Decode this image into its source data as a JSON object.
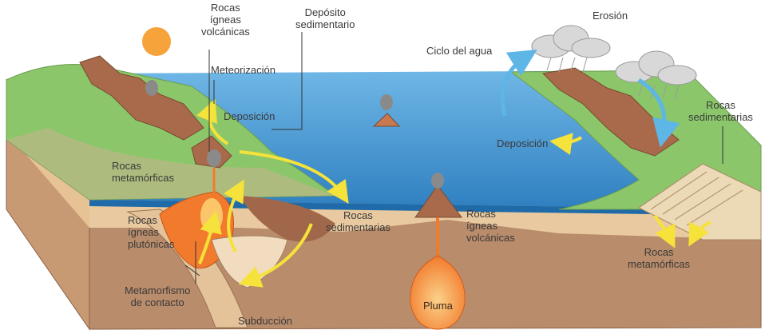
{
  "labels": {
    "rocas_igneas_volcanicas_top": "Rocas\nígneas\nvolcánicas",
    "deposito_sedimentario": "Depósito\nsedimentario",
    "erosion": "Erosión",
    "ciclo_del_agua": "Ciclo del agua",
    "meteorizacion": "Meteorización",
    "deposicion_left": "Deposición",
    "deposicion_right": "Deposición",
    "rocas_sedimentarias_right": "Rocas\nsedimentarias",
    "rocas_metamorficas_left": "Rocas\nmetamórficas",
    "rocas_sedimentarias_center": "Rocas\nsedimentarias",
    "rocas_igneas_volcanicas_center": "Rocas\nígneas\nvolcánicas",
    "rocas_igneas_plutonicas": "Rocas\nígneas\nplutónicas",
    "rocas_metamorficas_right": "Rocas\nmetamórficas",
    "metamorfismo_de_contacto": "Metamorfismo\nde contacto",
    "pluma": "Pluma",
    "subduccion": "Subducción"
  },
  "colors": {
    "ocean": "#3f95d3",
    "ocean_light": "#a8d3ef",
    "land_green": "#8cc66b",
    "mountain_brown": "#a86a4a",
    "crust_tan": "#e9caa0",
    "mantle_brown": "#b98c6b",
    "magma_orange": "#f27a2c",
    "arrow_yellow": "#f5e23a",
    "arrow_blue": "#5db6e6",
    "sun": "#f6a33b"
  }
}
